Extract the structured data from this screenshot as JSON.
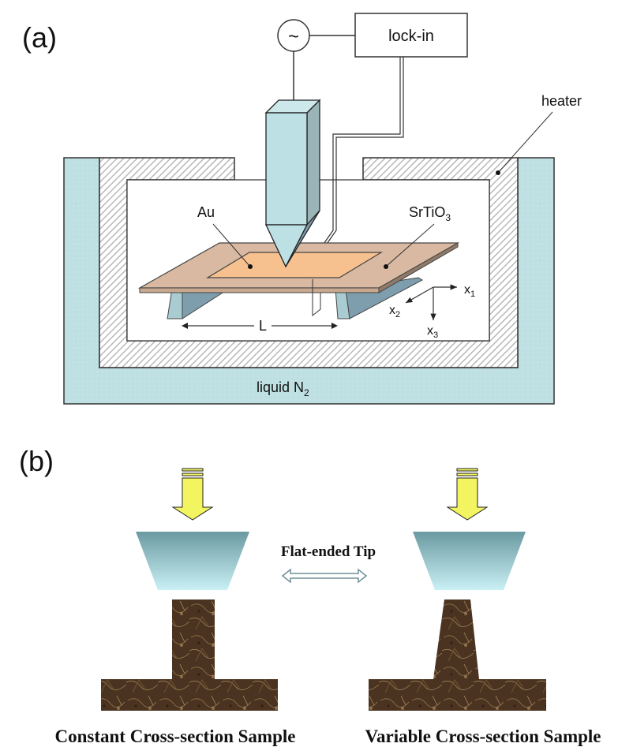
{
  "panel_a": {
    "label": "(a)",
    "ac_source_symbol": "~",
    "lockin_label": "lock-in",
    "heater_label": "heater",
    "au_label": "Au",
    "substrate_label_main": "SrTiO",
    "substrate_label_sub": "3",
    "span_label": "L",
    "bath_label_main": "liquid N",
    "bath_label_sub": "2",
    "axes": [
      {
        "name": "x",
        "sub": "1"
      },
      {
        "name": "x",
        "sub": "2"
      },
      {
        "name": "x",
        "sub": "3"
      }
    ],
    "colors": {
      "bath": "#bfe0e3",
      "tip_front": "#bde0e4",
      "tip_side": "#9ab4b7",
      "substrate": "#d9b9a1",
      "gold": "#f6c08f",
      "support": "#7e9eae",
      "hatch": "#b9b9b9"
    }
  },
  "panel_b": {
    "label": "(b)",
    "tip_label": "Flat-ended Tip",
    "left_caption": "Constant Cross-section Sample",
    "right_caption": "Variable Cross-section Sample",
    "colors": {
      "arrow_fill": "#f3f560",
      "tip_top": "#6a9aa0",
      "tip_bottom": "#c9f0f5",
      "sample": "#4a3320"
    }
  }
}
